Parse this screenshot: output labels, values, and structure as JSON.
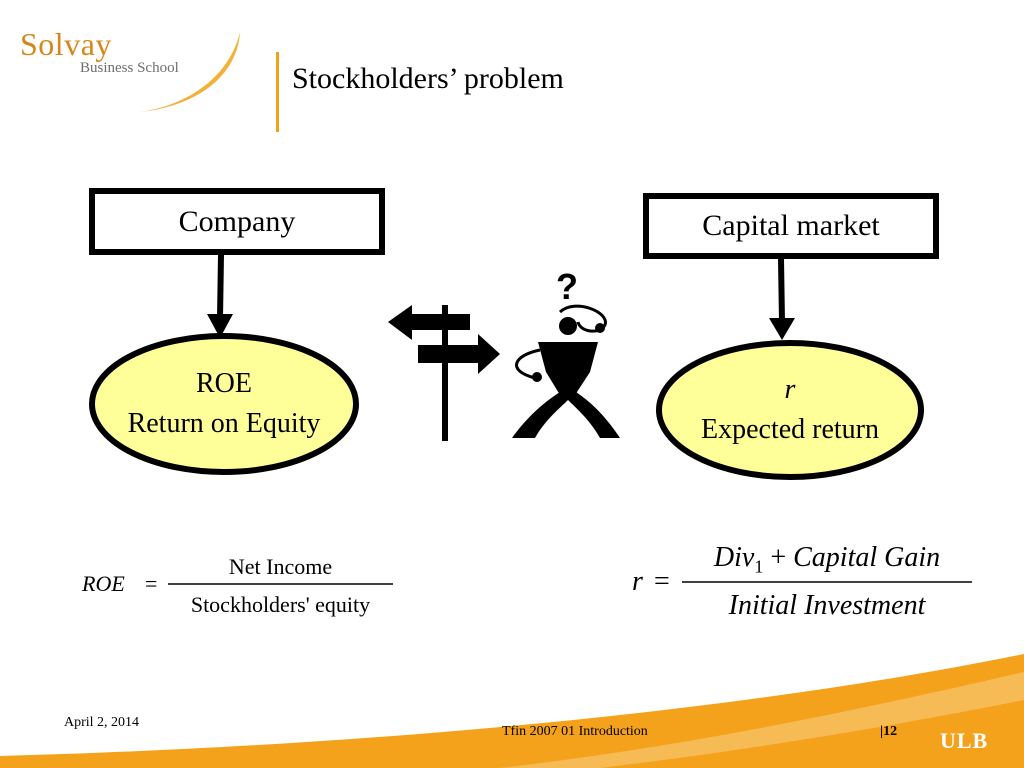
{
  "brand": {
    "name": "Solvay",
    "subtitle": "Business School",
    "footer_logo": "ULB"
  },
  "slide": {
    "title": "Stockholders’ problem",
    "left_box": "Company",
    "right_box": "Capital market",
    "left_ellipse": {
      "line1": "ROE",
      "line2": "Return on Equity"
    },
    "right_ellipse": {
      "line1": "r",
      "line2": "Expected return"
    },
    "question_mark": "?",
    "roe_formula": {
      "lhs": "ROE",
      "equals": "=",
      "numerator": "Net Income",
      "denominator": "Stockholders' equity"
    },
    "r_formula": {
      "lhs": "r",
      "equals": "=",
      "num_div": "Div",
      "num_sub": "1",
      "num_plus": "+",
      "num_rest": "Capital Gain",
      "denominator": "Initial Investment"
    }
  },
  "footer": {
    "date": "April 2, 2014",
    "course": "Tfin 2007 01 Introduction",
    "page": "|12"
  },
  "colors": {
    "accent": "#f0a11e",
    "ellipse_fill": "#ffff99",
    "footer_wave": "#f4a21c"
  }
}
